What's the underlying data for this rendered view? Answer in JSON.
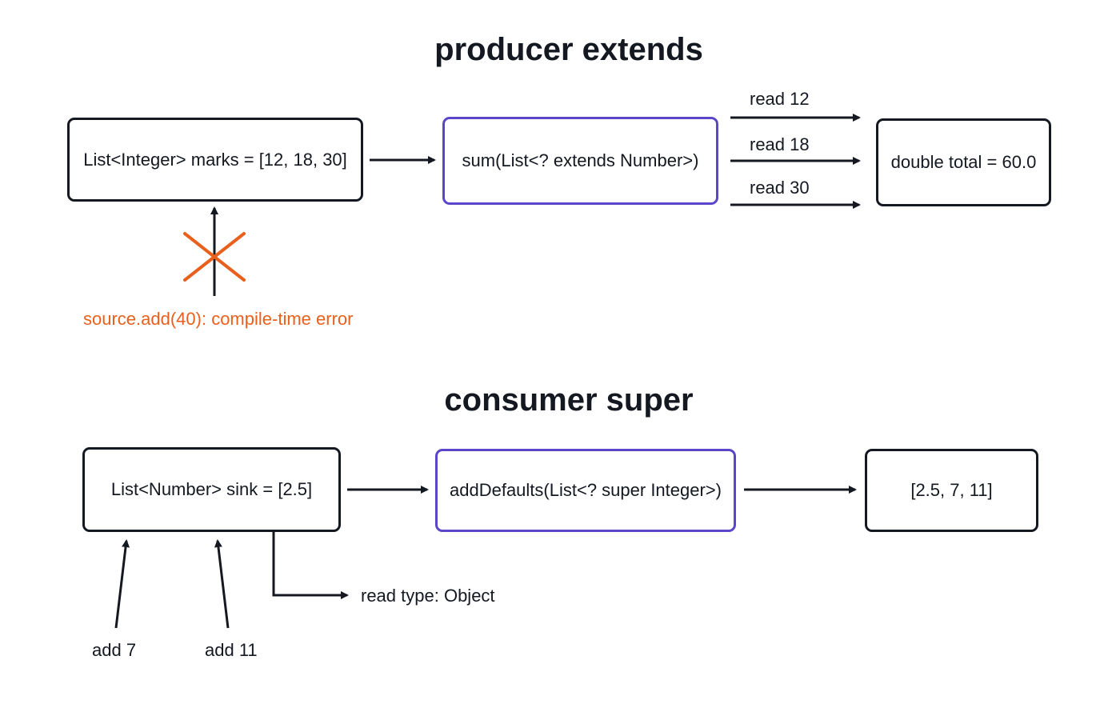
{
  "producer": {
    "title": "producer extends",
    "source_box": "List<Integer> marks = [12, 18, 30]",
    "method_box": "sum(List<? extends Number>)",
    "result_box": "double total = 60.0",
    "reads": [
      "read 12",
      "read 18",
      "read 30"
    ],
    "error_label": "source.add(40): compile-time error"
  },
  "consumer": {
    "title": "consumer super",
    "sink_box": "List<Number> sink = [2.5]",
    "method_box": "addDefaults(List<? super Integer>)",
    "result_box": "[2.5, 7, 11]",
    "adds": [
      "add 7",
      "add 11"
    ],
    "read_type_label": "read type: Object"
  },
  "colors": {
    "ink": "#141821",
    "method_border": "#5b45c9",
    "error": "#e8601c"
  }
}
